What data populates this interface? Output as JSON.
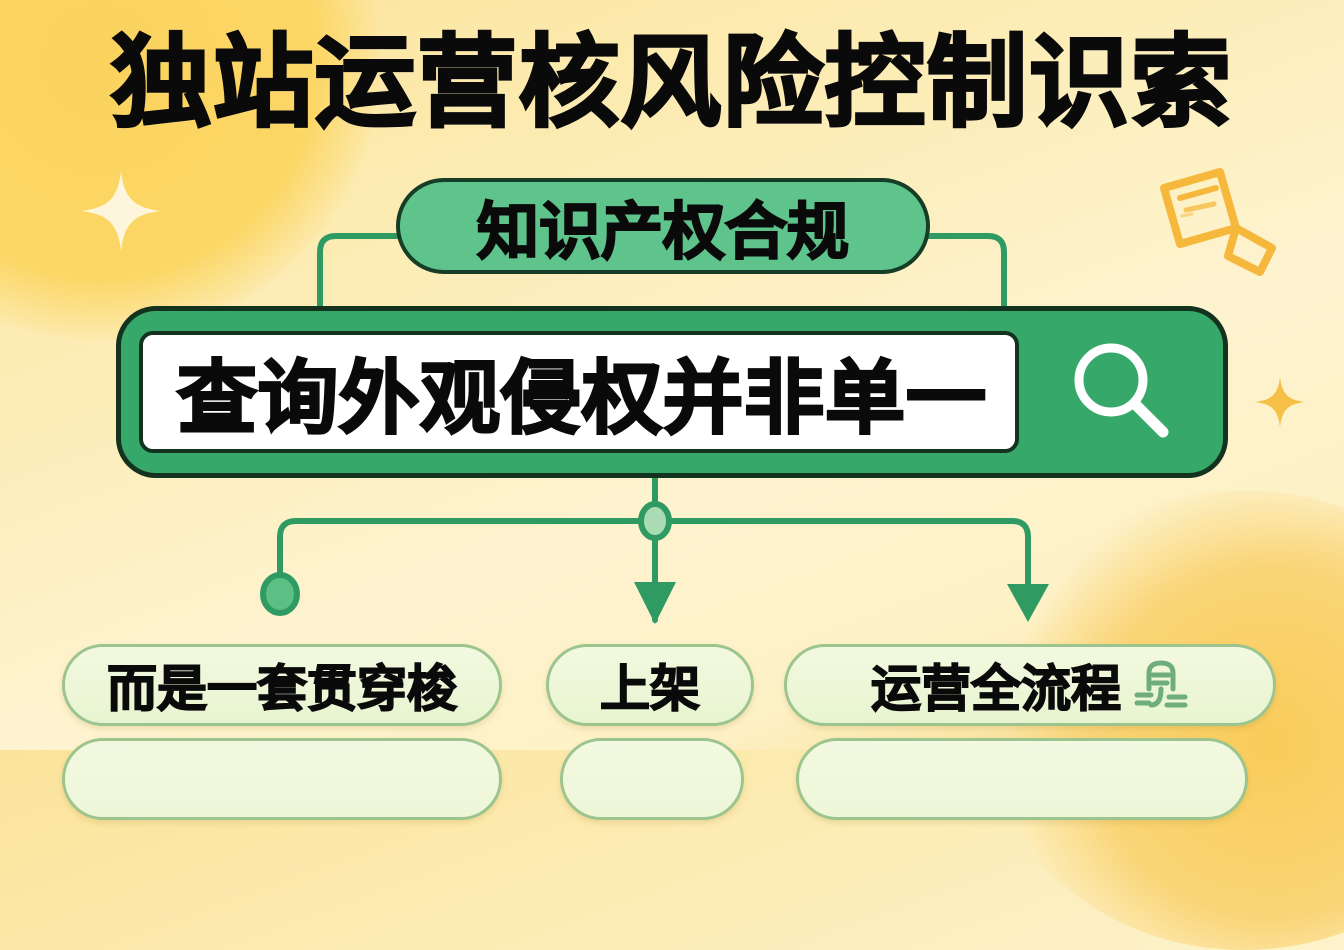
{
  "title": "独站运营核风险控制识索",
  "top_node": {
    "label": "知识产权合规"
  },
  "search": {
    "query": "查询外观侵权并非单一",
    "button_icon": "search-icon"
  },
  "branches": [
    {
      "label": "而是一套贯穿梭",
      "end": "dot"
    },
    {
      "label": "上架",
      "end": "arrow"
    },
    {
      "label": "运营全流程",
      "end": "arrow",
      "icon": "process-stack-icon"
    }
  ],
  "decorations": {
    "sparkles": [
      "sparkle-icon-top-left",
      "sparkle-icon-right"
    ],
    "document_magnifier": "document-search-icon"
  },
  "colors": {
    "title_text": "#0a0a0a",
    "green_primary": "#36a86a",
    "green_light": "#5fc48c",
    "green_dark_border": "#14331f",
    "connector": "#2f9b63",
    "chip_fill": "#eef6d8",
    "chip_border": "#9cc48e",
    "background_yellow": "#fcecb4",
    "accent_gold": "#f6b93a"
  }
}
